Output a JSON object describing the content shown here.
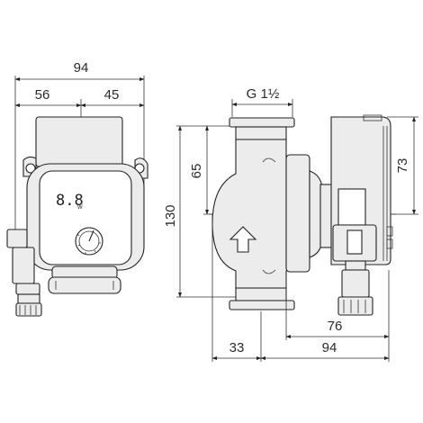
{
  "dimensions": {
    "front_total_width": "94",
    "front_left_width": "56",
    "front_right_width": "45",
    "side_thread": "G 1½",
    "side_upper_height": "65",
    "side_total_height": "130",
    "side_head_height": "73",
    "side_motor_depth": "76",
    "side_inlet_offset": "33",
    "side_total_depth": "94"
  },
  "front_view": {
    "display_text": "8.8",
    "display_unit": "W"
  },
  "colors": {
    "line": "#222222",
    "body_fill": "#ececec",
    "background": "#ffffff"
  }
}
